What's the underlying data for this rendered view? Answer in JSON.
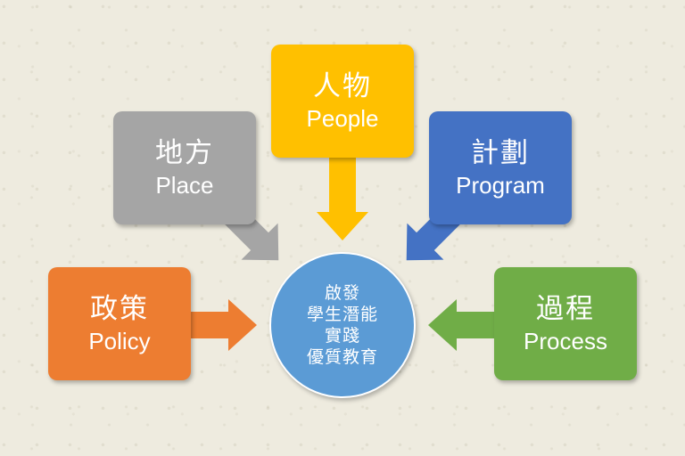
{
  "center": {
    "lines": [
      "啟發",
      "學生潛能",
      "實踐",
      "優質教育"
    ],
    "color": "#5b9bd5"
  },
  "nodes": {
    "people": {
      "zh": "人物",
      "en": "People",
      "color": "#ffc000"
    },
    "place": {
      "zh": "地方",
      "en": "Place",
      "color": "#a5a5a5"
    },
    "program": {
      "zh": "計劃",
      "en": "Program",
      "color": "#4472c4"
    },
    "policy": {
      "zh": "政策",
      "en": "Policy",
      "color": "#ed7d31"
    },
    "process": {
      "zh": "過程",
      "en": "Process",
      "color": "#70ad47"
    }
  },
  "background_color": "#eeebdf"
}
